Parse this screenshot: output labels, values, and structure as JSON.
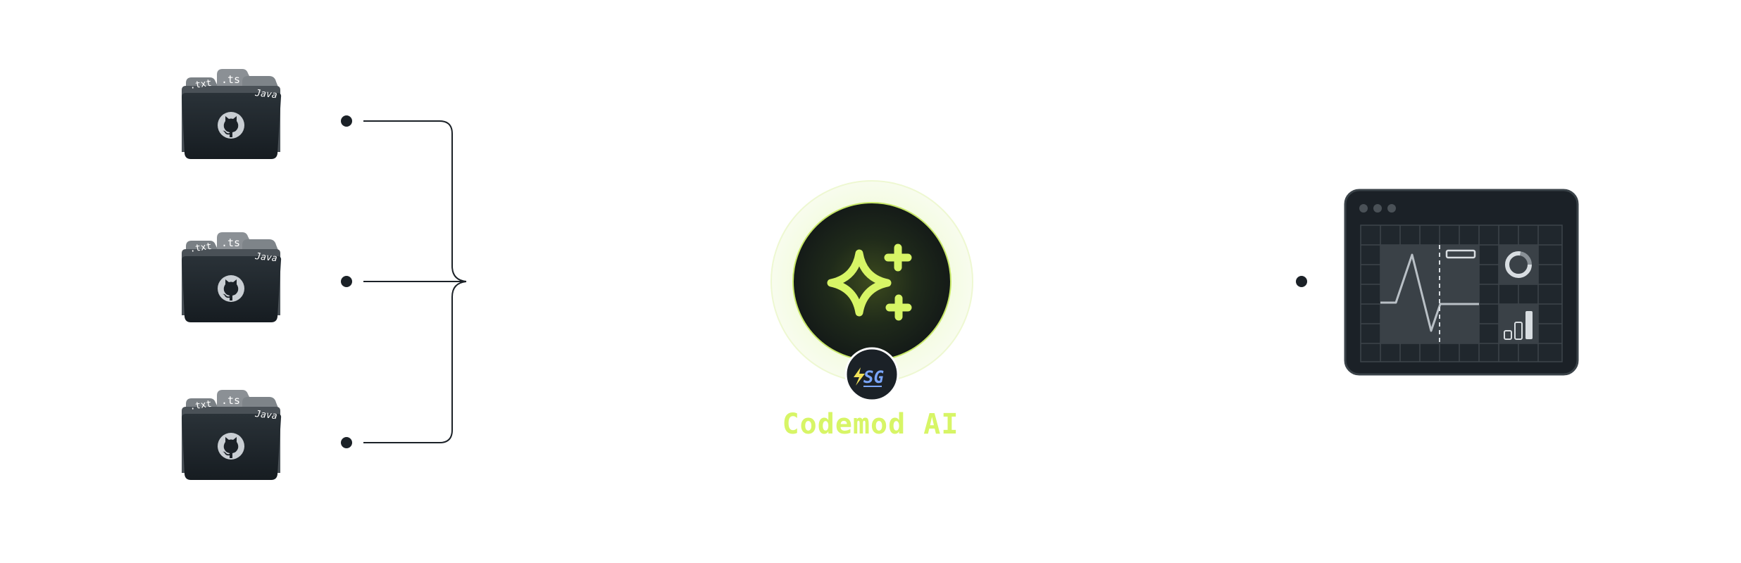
{
  "diagram": {
    "title": "Codemod AI",
    "repos": [
      {
        "tabs": [
          ".txt",
          ".ts",
          "Java"
        ],
        "icon": "github-icon"
      },
      {
        "tabs": [
          ".txt",
          ".ts",
          "Java"
        ],
        "icon": "github-icon"
      },
      {
        "tabs": [
          ".txt",
          ".ts",
          "Java"
        ],
        "icon": "github-icon"
      }
    ],
    "engine_icon": "sparkles-icon",
    "badge": {
      "text": "SG",
      "icon": "lightning-icon"
    },
    "output_icon": "dashboard-icon"
  },
  "colors": {
    "accent": "#d7f566",
    "dark": "#1b2127",
    "line": "#1b2127"
  }
}
